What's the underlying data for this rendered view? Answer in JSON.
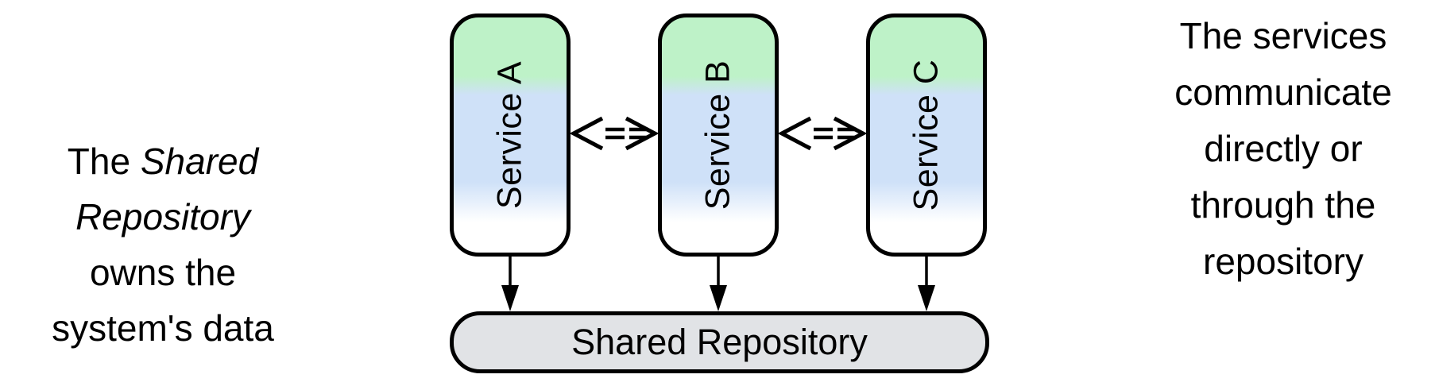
{
  "left_note": {
    "line1_regular": "The",
    "line1_italic": "Shared",
    "line2_italic": "Repository",
    "line3": "owns the",
    "line4": "system's data"
  },
  "right_note": {
    "lines": [
      "The services",
      "communicate",
      "directly or",
      "through the",
      "repository"
    ]
  },
  "services": [
    {
      "label": "Service A"
    },
    {
      "label": "Service B"
    },
    {
      "label": "Service C"
    }
  ],
  "repository": {
    "label": "Shared Repository"
  },
  "icons": {
    "horizontal": "dashed-double-arrow-icon",
    "vertical": "down-arrow-icon"
  },
  "colors": {
    "service_gradient_top": "#bef2c8",
    "service_gradient_middle": "#cfe1f8",
    "service_gradient_bottom": "#ffffff",
    "repository_fill": "#e1e3e6",
    "outline": "#000000",
    "background": "#ffffff"
  }
}
